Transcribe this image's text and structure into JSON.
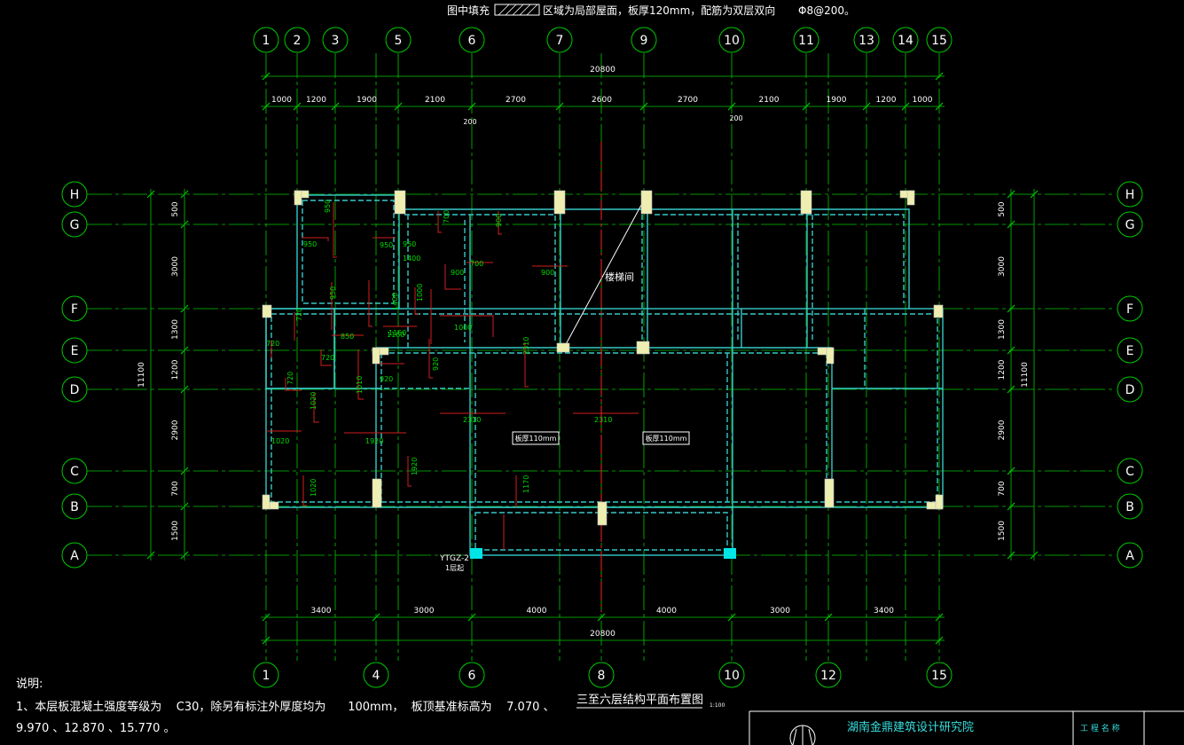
{
  "legend": {
    "fill_label": "图中填充",
    "fill_note": "区域为局部屋面，板厚120mm，配筋为双层双向",
    "rebar": "Φ8@200。"
  },
  "axes": {
    "top_labels": [
      "1",
      "2",
      "3",
      "5",
      "6",
      "7",
      "9",
      "10",
      "11",
      "13",
      "14",
      "15"
    ],
    "bottom_labels": [
      "1",
      "4",
      "6",
      "8",
      "10",
      "12",
      "15"
    ],
    "left_labels": [
      "H",
      "G",
      "F",
      "E",
      "D",
      "C",
      "B",
      "A"
    ],
    "right_labels": [
      "H",
      "G",
      "F",
      "E",
      "D",
      "C",
      "B",
      "A"
    ]
  },
  "dimensions": {
    "top_total": "20800",
    "top_spans": [
      "1000",
      "1200",
      "1900",
      "2100",
      "2700",
      "2600",
      "2700",
      "2100",
      "1900",
      "1200",
      "1000"
    ],
    "top_marks": [
      "200",
      "200"
    ],
    "bottom_spans": [
      "3400",
      "3000",
      "4000",
      "4000",
      "3000",
      "3400"
    ],
    "bottom_total": "20800",
    "left_spans": [
      "500",
      "3000",
      "1300",
      "1200",
      "2900",
      "700",
      "1500"
    ],
    "left_total": "11100",
    "right_spans": [
      "500",
      "3000",
      "1300",
      "1200",
      "2900",
      "700",
      "1500"
    ],
    "right_total": "11100"
  },
  "plan_labels": {
    "stairwell": "楼梯间",
    "slab_left": "板厚110mm",
    "slab_right": "板厚110mm",
    "column_tag_1": "YTGZ-2",
    "column_tag_2": "1层起",
    "rebar_lengths": [
      "950",
      "950",
      "950",
      "950",
      "950",
      "700",
      "900",
      "900",
      "700",
      "900",
      "1400",
      "1160",
      "720",
      "850",
      "1160",
      "1000",
      "720",
      "720",
      "920",
      "920",
      "1010",
      "1020",
      "1020",
      "1920",
      "1920",
      "1020",
      "2310",
      "2310",
      "2310",
      "1170",
      "1400",
      "720",
      "1000"
    ]
  },
  "title": {
    "text": "三至六层结构平面布置图",
    "scale": "1:100"
  },
  "notes": {
    "heading": "说明:",
    "line1": "1、本层板混凝土强度等级为    C30，除另有标注外厚度均为      100mm，  板顶基准标高为    7.070 、",
    "line2": "9.970 、12.870 、15.770 。"
  },
  "title_block": {
    "institute": "湖南金鼎建筑设计研究院",
    "project_label": "工 程 名 称"
  },
  "colors": {
    "axis_line": "#00c800",
    "wall": "#37c8c8",
    "rebar": "#d21e1e",
    "column": "#eeeeb0",
    "corner_column": "#00e6e6",
    "text": "#ffffff",
    "background": "#000000"
  }
}
